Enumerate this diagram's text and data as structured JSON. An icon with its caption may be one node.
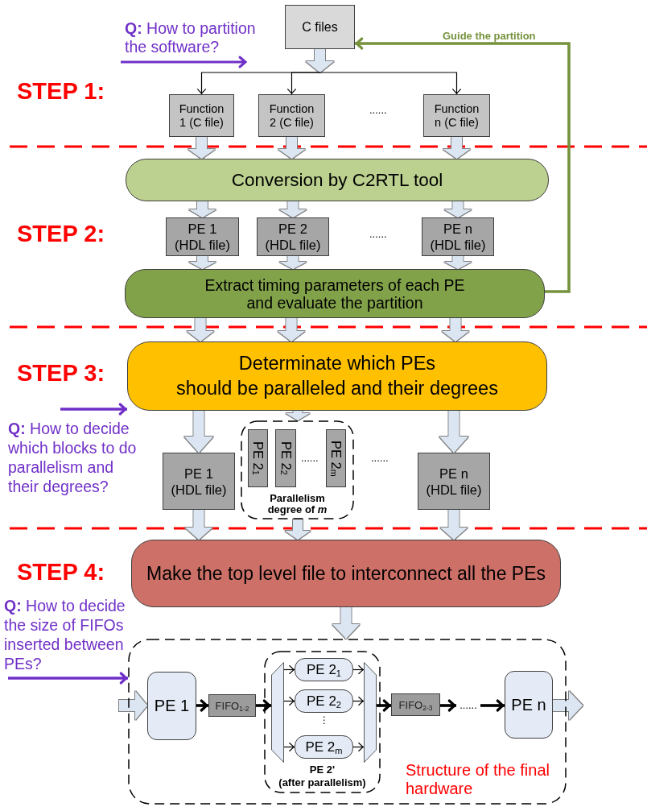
{
  "diagram": {
    "nodes": [
      {
        "text": [
          "C files"
        ]
      },
      {
        "text": [
          "Function 1 (C file)"
        ]
      },
      {
        "text": [
          "Function 2 (C file)"
        ]
      },
      {
        "text": [
          "Function n (C file)"
        ]
      },
      {
        "text": [
          "Conversion by C2RTL tool"
        ]
      },
      {
        "text": [
          "PE 1 (HDL file)"
        ]
      },
      {
        "text": [
          "PE 2 (HDL file)"
        ]
      },
      {
        "text": [
          "PE n (HDL file)"
        ]
      },
      {
        "text": [
          "Extract timing parameters of each PE and evaluate the partition"
        ]
      },
      {
        "text": [
          "Determinate which PEs should be paralleled and their degrees"
        ]
      },
      {
        "text": [
          "PE 1 (HDL file)"
        ]
      },
      {
        "text": [
          "Parallelism degree of *m*"
        ]
      },
      {
        "text": [
          "PE 2$_{1}$"
        ],
        "in": 11
      },
      {
        "text": [
          "PE 2$_{2}$"
        ],
        "in": 11
      },
      {
        "text": [
          "PE 2$_{m}$"
        ],
        "in": 11
      },
      {
        "text": [
          "PE n (HDL file)"
        ]
      },
      {
        "text": [
          "Make the top level file to interconnect all the PEs"
        ]
      },
      {
        "text": [
          "Structure of the final hardware"
        ]
      },
      {
        "text": [
          "PE 1"
        ],
        "in": 17
      },
      {
        "text": [
          "FIFO$_{1-2}$"
        ],
        "in": 17
      },
      {
        "text": [
          "PE 2' (after parallelism)"
        ],
        "in": 17
      },
      {
        "text": [],
        "shape": "trapezoid",
        "in": 20
      },
      {
        "text": [
          "PE 2$_{1}$"
        ],
        "in": 20
      },
      {
        "text": [
          "PE 2$_{2}$"
        ],
        "in": 20
      },
      {
        "text": [
          "PE 2$_{m}$"
        ],
        "in": 20
      },
      {
        "text": [],
        "shape": "trapezoid",
        "in": 20
      },
      {
        "text": [
          "FIFO$_{2-3}$"
        ],
        "in": 17
      },
      {
        "text": [
          "......"
        ],
        "in": 17
      },
      {
        "text": [
          "PE n"
        ],
        "in": 17
      }
    ],
    "edges": [
      {
        "from": 0,
        "to": 1,
        "arrow": "to",
        "color": "#000000"
      },
      {
        "from": 0,
        "to": 2,
        "arrow": "to",
        "color": "#000000"
      },
      {
        "from": 0,
        "to": 3,
        "arrow": "to",
        "color": "#000000"
      },
      {
        "from": 1,
        "to": 4,
        "arrow": "to"
      },
      {
        "from": 2,
        "to": 4,
        "arrow": "to"
      },
      {
        "from": 3,
        "to": 4,
        "arrow": "to"
      },
      {
        "from": 4,
        "to": 5,
        "arrow": "to"
      },
      {
        "from": 4,
        "to": 6,
        "arrow": "to"
      },
      {
        "from": 4,
        "to": 7,
        "arrow": "to"
      },
      {
        "from": 5,
        "to": 8,
        "arrow": "to"
      },
      {
        "from": 6,
        "to": 8,
        "arrow": "to"
      },
      {
        "from": 7,
        "to": 8,
        "arrow": "to"
      },
      {
        "from": 8,
        "to": 0,
        "arrow": "to",
        "label": "Guide the partition",
        "style": "thick",
        "color": "#76923c"
      },
      {
        "from": 8,
        "to": 9,
        "arrow": "to"
      },
      {
        "from": 8,
        "to": 9,
        "arrow": "to"
      },
      {
        "from": 8,
        "to": 9,
        "arrow": "to"
      },
      {
        "from": 9,
        "to": 10,
        "arrow": "to"
      },
      {
        "from": 9,
        "to": 11,
        "arrow": "to"
      },
      {
        "from": 9,
        "to": 15,
        "arrow": "to"
      },
      {
        "from": 10,
        "to": 16,
        "arrow": "to"
      },
      {
        "from": 11,
        "to": 16,
        "arrow": "to"
      },
      {
        "from": 15,
        "to": 16,
        "arrow": "to"
      },
      {
        "from": 16,
        "to": 17,
        "arrow": "to"
      },
      {
        "from": null,
        "to": 18,
        "arrow": "to"
      },
      {
        "from": 18,
        "to": 19,
        "arrow": "to",
        "style": "thick",
        "color": "#000000"
      },
      {
        "from": 19,
        "to": 21,
        "arrow": "to",
        "style": "thick",
        "color": "#000000"
      },
      {
        "from": 21,
        "to": 22,
        "arrow": "to",
        "color": "#000000"
      },
      {
        "from": 21,
        "to": 23,
        "arrow": "to",
        "color": "#000000"
      },
      {
        "from": 21,
        "to": 24,
        "arrow": "to",
        "color": "#000000"
      },
      {
        "from": 22,
        "to": 25,
        "arrow": "to",
        "color": "#000000"
      },
      {
        "from": 23,
        "to": 25,
        "arrow": "to",
        "color": "#000000"
      },
      {
        "from": 24,
        "to": 25,
        "arrow": "to",
        "color": "#000000"
      },
      {
        "from": 25,
        "to": 26,
        "arrow": "to",
        "style": "thick",
        "color": "#000000"
      },
      {
        "from": 26,
        "to": 27,
        "arrow": "to",
        "style": "thick",
        "color": "#000000"
      },
      {
        "from": 27,
        "to": 28,
        "arrow": "to",
        "style": "thick",
        "color": "#000000"
      },
      {
        "from": 28,
        "to": null,
        "arrow": "to"
      },
      {
        "from": null,
        "to": 9,
        "arrow": "to",
        "style": "thick",
        "color": "#7030c8"
      },
      {
        "from": null,
        "to": 17,
        "arrow": "to",
        "style": "thick",
        "color": "#7030c8"
      }
    ],
    "labels": [
      "**Q:** How to partition the software?",
      "STEP 1:",
      "......",
      "STEP 2:",
      "......",
      "STEP 3:",
      "**Q:** How to decide which blocks to do parallelism and their degrees?",
      "......",
      "......",
      "STEP 4:",
      "**Q:** How to decide the size of FIFOs inserted between PEs?",
      "⋮"
    ]
  }
}
